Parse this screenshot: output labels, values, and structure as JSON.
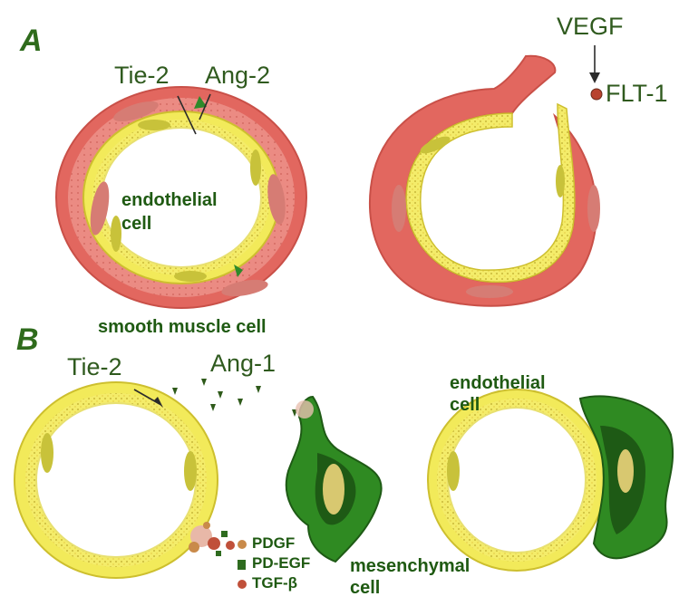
{
  "panel_a": {
    "letter": "A",
    "tie2": "Tie-2",
    "ang2": "Ang-2",
    "endothelial_line1": "endothelial",
    "endothelial_line2": "cell",
    "smooth_muscle": "smooth muscle cell",
    "vegf": "VEGF",
    "flt1": "FLT-1"
  },
  "panel_b": {
    "letter": "B",
    "tie2": "Tie-2",
    "ang1": "Ang-1",
    "endothelial_line1": "endothelial",
    "endothelial_line2": "cell",
    "mesenchymal_line1": "mesenchymal",
    "mesenchymal_line2": "cell",
    "legend": [
      {
        "label": "PDGF",
        "color": "#c98a4a",
        "icon": "brown-dot"
      },
      {
        "label": "PD-EGF",
        "color": "#2e6b1f",
        "icon": "green-square"
      },
      {
        "label": "TGF-β",
        "color": "#c0503a",
        "icon": "red-dot"
      }
    ]
  },
  "colors": {
    "label_green": "#2f5a1e",
    "endothelium_yellow": "#f6f05a",
    "smooth_muscle_red": "#e67c74",
    "mesenchyme_green": "#2f8a22"
  }
}
